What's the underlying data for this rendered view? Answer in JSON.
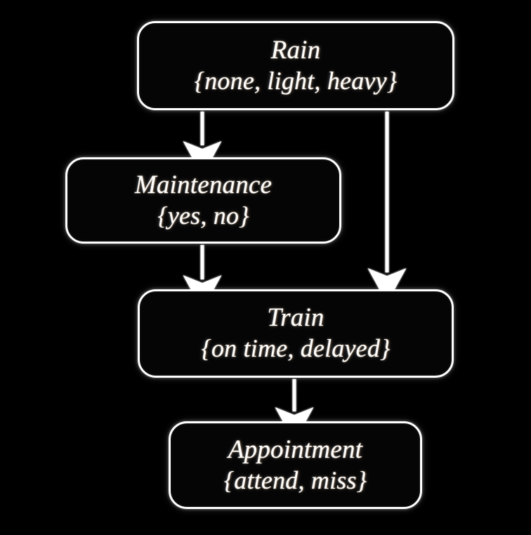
{
  "diagram": {
    "type": "bayesian-network",
    "title": "Rain / Maintenance / Train / Appointment Bayesian network",
    "background_color": "#000000",
    "node_stroke_color": "#ffffff",
    "text_color": "#fdfdfb",
    "edge_color": "#ffffff",
    "nodes": [
      {
        "id": "rain",
        "title": "Rain",
        "states": "{none, light, heavy}",
        "state_list": [
          "none",
          "light",
          "heavy"
        ]
      },
      {
        "id": "maintenance",
        "title": "Maintenance",
        "states": "{yes, no}",
        "state_list": [
          "yes",
          "no"
        ]
      },
      {
        "id": "train",
        "title": "Train",
        "states": "{on time, delayed}",
        "state_list": [
          "on time",
          "delayed"
        ]
      },
      {
        "id": "appointment",
        "title": "Appointment",
        "states": "{attend, miss}",
        "state_list": [
          "attend",
          "miss"
        ]
      }
    ],
    "edges": [
      {
        "id": "rain-to-maintenance",
        "from": "rain",
        "to": "maintenance"
      },
      {
        "id": "rain-to-train",
        "from": "rain",
        "to": "train"
      },
      {
        "id": "maintenance-to-train",
        "from": "maintenance",
        "to": "train"
      },
      {
        "id": "train-to-appointment",
        "from": "train",
        "to": "appointment"
      }
    ]
  }
}
